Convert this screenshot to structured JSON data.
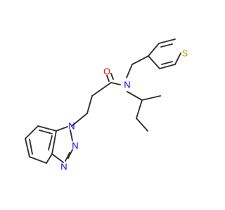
{
  "atoms": {
    "oxygen": {
      "symbol": "O",
      "color": "#ff0000"
    },
    "amide_nitrogen": {
      "symbol": "N",
      "color": "#0000ff"
    },
    "sulfur": {
      "symbol": "S",
      "color": "#b8a200"
    },
    "triazole_n1": {
      "symbol": "N",
      "color": "#0000ff"
    },
    "triazole_n2": {
      "symbol": "N",
      "color": "#0000ff"
    },
    "triazole_n3": {
      "symbol": "N",
      "color": "#0000ff"
    }
  },
  "colors": {
    "bond": "#303030",
    "background": "#ffffff"
  }
}
